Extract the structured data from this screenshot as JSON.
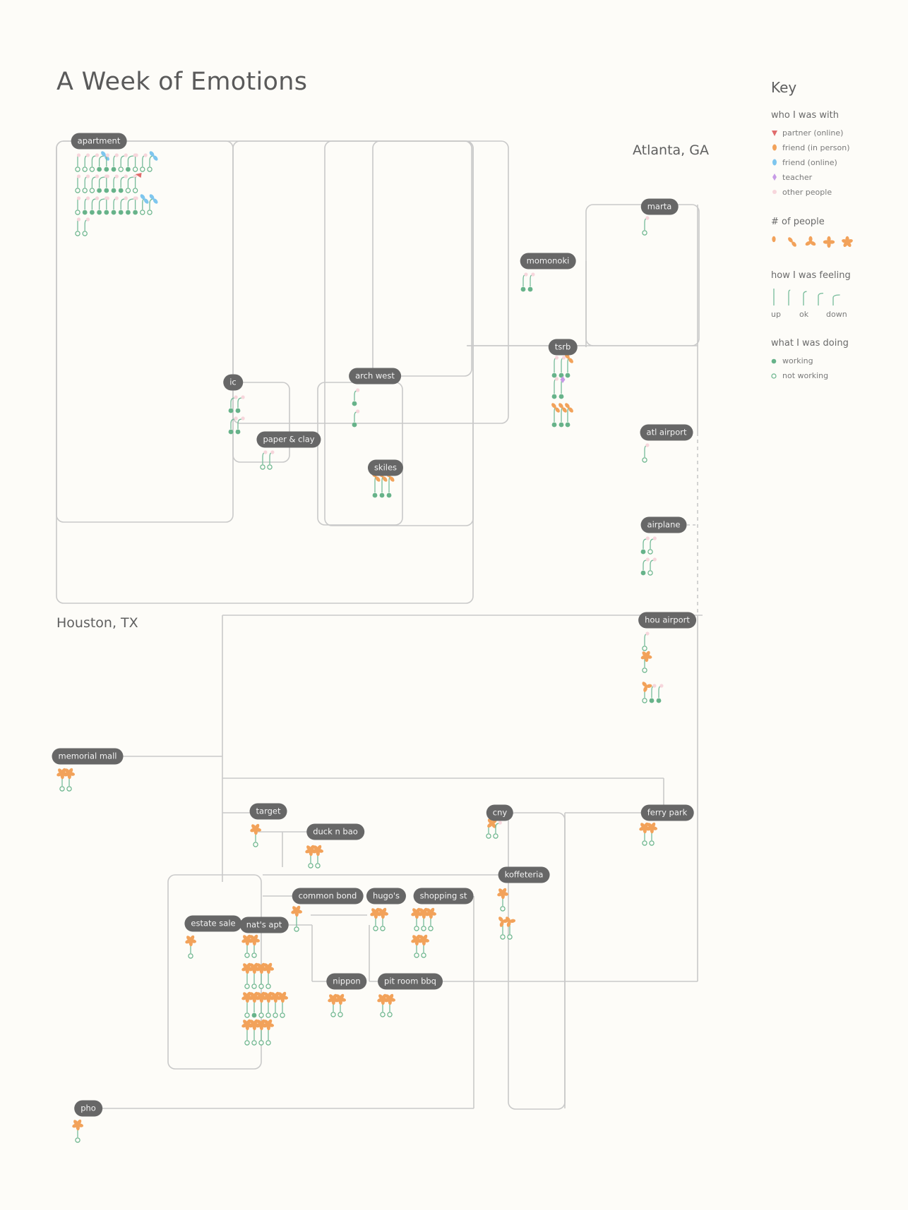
{
  "title": "A Week of Emotions",
  "cities": {
    "atlanta": "Atlanta, GA",
    "houston": "Houston, TX"
  },
  "places": {
    "apartment": "apartment",
    "ic": "ic",
    "paper_clay": "paper & clay",
    "arch_west": "arch west",
    "skiles": "skiles",
    "momonoki": "momonoki",
    "tsrb": "tsrb",
    "marta": "marta",
    "atl_airport": "atl airport",
    "airplane": "airplane",
    "hou_airport": "hou airport",
    "memorial_mall": "memorial mall",
    "target": "target",
    "duck_n_bao": "duck n bao",
    "cny": "cny",
    "ferry_park": "ferry park",
    "koffeteria": "koffeteria",
    "common_bond": "common bond",
    "hugos": "hugo's",
    "shopping_st": "shopping st",
    "estate_sale": "estate sale",
    "nats_apt": "nat's apt",
    "nippon": "nippon",
    "pit_room_bbq": "pit room bbq",
    "pho": "pho"
  },
  "key": {
    "title": "Key",
    "who": {
      "heading": "who I was with",
      "items": [
        {
          "label": "partner (online)",
          "color": "#e06c6c"
        },
        {
          "label": "friend (in person)",
          "color": "#f2a25a"
        },
        {
          "label": "friend (online)",
          "color": "#7ec6ee"
        },
        {
          "label": "teacher",
          "color": "#c79be6"
        },
        {
          "label": "other people",
          "color": "#f7d6dc"
        }
      ]
    },
    "people": {
      "heading": "# of people"
    },
    "feeling": {
      "heading": "how I was feeling",
      "labels": [
        "up",
        "ok",
        "down"
      ]
    },
    "doing": {
      "heading": "what I was doing",
      "items": [
        {
          "label": "working",
          "filled": true
        },
        {
          "label": "not working",
          "filled": false
        }
      ]
    }
  },
  "colors": {
    "stem": "#76bb9a",
    "work": "#67b38a",
    "partner": "#e06c6c",
    "friend_person": "#f2a25a",
    "friend_online": "#7ec6ee",
    "teacher": "#c79be6",
    "other": "#f7d6dc",
    "route": "#c9c9c9"
  }
}
